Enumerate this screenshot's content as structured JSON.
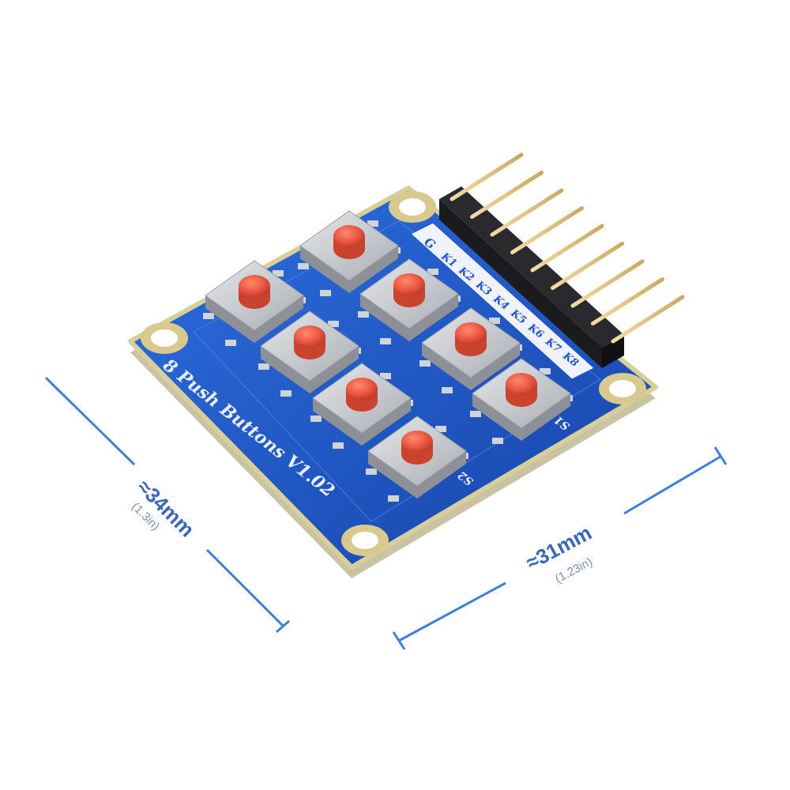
{
  "board": {
    "silkscreen_title": "8 Push Buttons V1.02",
    "label_s1": "S1",
    "label_s2": "S2",
    "pin_labels": [
      "G",
      "K1",
      "K2",
      "K3",
      "K4",
      "K5",
      "K6",
      "K7",
      "K8"
    ],
    "button_count": 8,
    "header_pin_count": 9
  },
  "dimensions": {
    "length_mm": "≈34mm",
    "length_in": "(1.3in)",
    "width_mm": "≈31mm",
    "width_in": "(1.23in)"
  },
  "colors": {
    "pcb_blue": "#1f55c9",
    "button_cap_red": "#e9553f",
    "switch_body": "#cfd2d6",
    "mounting_ring_gold": "#d8c98e",
    "dimension_line_blue": "#3f7fd9",
    "header_black": "#1b1b1e",
    "pin_gold": "#e2c789"
  }
}
